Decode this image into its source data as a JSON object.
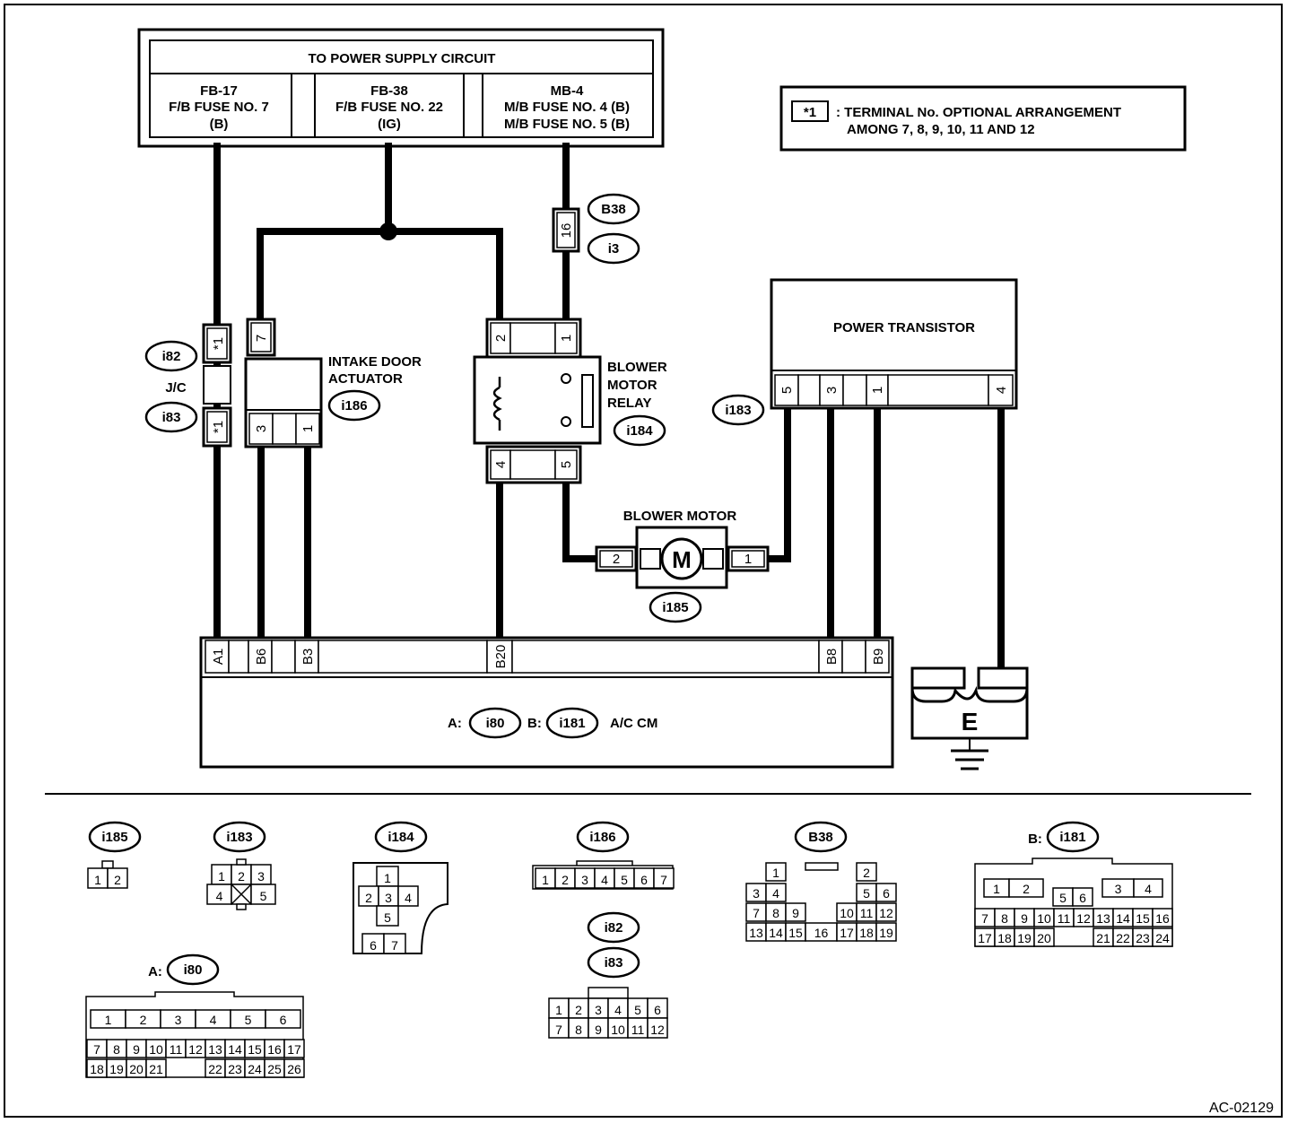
{
  "power_supply": {
    "title": "TO POWER SUPPLY CIRCUIT",
    "fb17": {
      "line1": "FB-17",
      "line2": "F/B FUSE NO. 7",
      "line3": "(B)"
    },
    "fb38": {
      "line1": "FB-38",
      "line2": "F/B FUSE NO. 22",
      "line3": "(IG)"
    },
    "mb4": {
      "line1": "MB-4",
      "line2": "M/B FUSE NO. 4 (B)",
      "line3": "M/B FUSE NO. 5 (B)"
    }
  },
  "note": {
    "symbol": "*1",
    "line1": ": TERMINAL No. OPTIONAL ARRANGEMENT",
    "line2": "AMONG 7, 8, 9, 10, 11 AND 12"
  },
  "connectors": {
    "b38": "B38",
    "i3": "i3",
    "i82": "i82",
    "i83": "i83",
    "i186": "i186",
    "i184": "i184",
    "i183": "i183",
    "i185": "i185",
    "i80": "i80",
    "i181": "i181",
    "jc": "J/C",
    "pin16": "16",
    "star": "*1"
  },
  "components": {
    "intake_line1": "INTAKE DOOR",
    "intake_line2": "ACTUATOR",
    "relay_line1": "BLOWER",
    "relay_line2": "MOTOR",
    "relay_line3": "RELAY",
    "power_transistor": "POWER TRANSISTOR",
    "blower_motor": "BLOWER MOTOR",
    "motor_symbol": "M",
    "ground": "E",
    "ac_cm": {
      "a_prefix": "A:",
      "b_prefix": "B:",
      "label": "A/C CM"
    }
  },
  "terminals": {
    "intake_top": "7",
    "intake_3": "3",
    "intake_1": "1",
    "relay_2": "2",
    "relay_1": "1",
    "relay_4": "4",
    "relay_5": "5",
    "pt_5": "5",
    "pt_3": "3",
    "pt_1": "1",
    "pt_4": "4",
    "motor_2": "2",
    "motor_1": "1",
    "cm_a1": "A1",
    "cm_b6": "B6",
    "cm_b3": "B3",
    "cm_b20": "B20",
    "cm_b8": "B8",
    "cm_b9": "B9"
  },
  "legend": {
    "i185": {
      "title": "i185",
      "pins": [
        "1",
        "2"
      ]
    },
    "i183": {
      "title": "i183",
      "pins": [
        "1",
        "2",
        "3",
        "4",
        "5"
      ]
    },
    "i184": {
      "title": "i184",
      "pins": [
        "1",
        "2",
        "3",
        "4",
        "5",
        "6",
        "7"
      ]
    },
    "i186": {
      "title": "i186",
      "pins": [
        "1",
        "2",
        "3",
        "4",
        "5",
        "6",
        "7"
      ]
    },
    "i82": {
      "title": "i82"
    },
    "i83": {
      "title": "i83",
      "pins": [
        "1",
        "2",
        "3",
        "4",
        "5",
        "6",
        "7",
        "8",
        "9",
        "10",
        "11",
        "12"
      ]
    },
    "b38": {
      "title": "B38",
      "pins": [
        "1",
        "2",
        "3",
        "4",
        "5",
        "6",
        "7",
        "8",
        "9",
        "10",
        "11",
        "12",
        "13",
        "14",
        "15",
        "16",
        "17",
        "18",
        "19"
      ]
    },
    "i181": {
      "title": "i181",
      "prefix": "B:",
      "pins": [
        "1",
        "2",
        "3",
        "4",
        "5",
        "6",
        "7",
        "8",
        "9",
        "10",
        "11",
        "12",
        "13",
        "14",
        "15",
        "16",
        "17",
        "18",
        "19",
        "20",
        "21",
        "22",
        "23",
        "24"
      ]
    },
    "i80": {
      "title": "i80",
      "prefix": "A:",
      "pins": [
        "1",
        "2",
        "3",
        "4",
        "5",
        "6",
        "7",
        "8",
        "9",
        "10",
        "11",
        "12",
        "13",
        "14",
        "15",
        "16",
        "17",
        "18",
        "19",
        "20",
        "21",
        "22",
        "23",
        "24",
        "25",
        "26"
      ]
    }
  },
  "diagram_code": "AC-02129"
}
